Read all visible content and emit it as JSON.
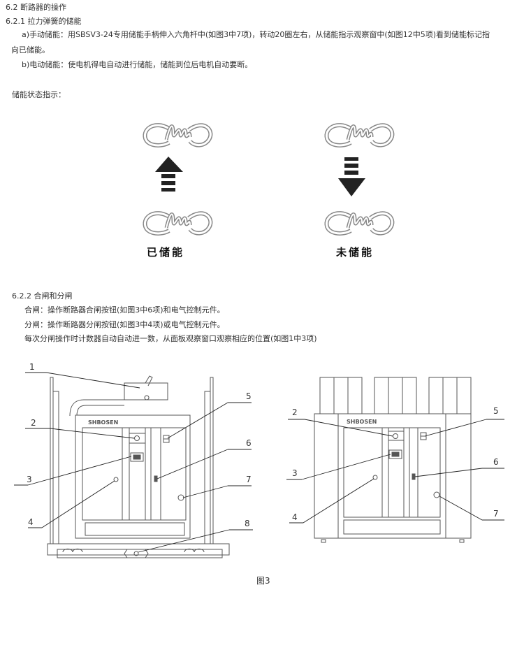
{
  "text": {
    "section": "6.2 断路器的操作",
    "sub1": "6.2.1 拉力弹簧的储能",
    "manual_a": "a)手动储能：用SBSV3-24专用储能手柄伸入六角杆中(如图3中7项)，转动20圈左右，从储能指示观察窗中(如图12中5项)看到储能标记指",
    "manual_b": "向已储能。",
    "electric": "b)电动储能：使电机得电自动进行储能，储能到位后电机自动要断。",
    "status_title": "储能状态指示：",
    "charged": "已储能",
    "uncharged": "未储能",
    "sub2": "6.2.2 合闸和分闸",
    "close": "合闸：操作断路器合闸按钮(如图3中6项)和电气控制元件。",
    "open": "分闸：操作断路器分闸按钮(如图3中4项)或电气控制元件。",
    "counter": "每次分闸操作时计数器自动自动进一数，从面板观察窗口观察相应的位置(如图1中3项)",
    "figure_caption": "图3"
  },
  "figure": {
    "brand": "SHBOSEN",
    "left_labels": [
      "1",
      "2",
      "3",
      "4",
      "5",
      "6",
      "7",
      "8"
    ],
    "right_labels": [
      "2",
      "3",
      "4",
      "5",
      "6",
      "7"
    ]
  }
}
